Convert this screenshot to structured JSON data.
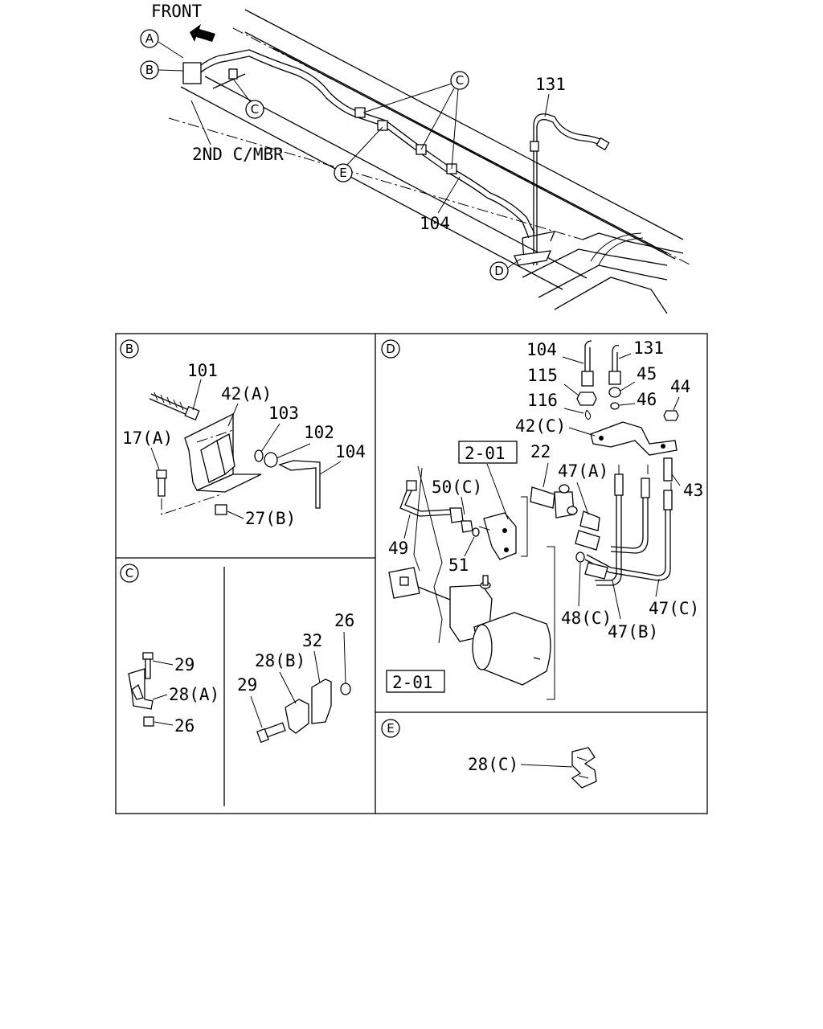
{
  "overview": {
    "front_label": "FRONT",
    "member_label": "2ND C/MBR",
    "callout_a": "A",
    "callout_b": "B",
    "callout_c": "C",
    "callout_d": "D",
    "callout_e": "E",
    "part_131": "131",
    "part_104": "104"
  },
  "panel_b": {
    "tag": "B",
    "labels": [
      "101",
      "42(A)",
      "103",
      "102",
      "104",
      "17(A)",
      "27(B)"
    ]
  },
  "panel_c": {
    "tag": "C",
    "left_labels": [
      "29",
      "28(A)",
      "26"
    ],
    "right_labels": [
      "26",
      "32",
      "28(B)",
      "29"
    ]
  },
  "panel_d": {
    "tag": "D",
    "labels": [
      "104",
      "131",
      "115",
      "45",
      "44",
      "116",
      "46",
      "42(C)",
      "22",
      "47(A)",
      "43",
      "50(C)",
      "49",
      "51",
      "48(C)",
      "47(B)",
      "47(C)"
    ],
    "ref_boxes": [
      "2-01",
      "2-01"
    ]
  },
  "panel_e": {
    "tag": "E",
    "labels": [
      "28(C)"
    ]
  }
}
